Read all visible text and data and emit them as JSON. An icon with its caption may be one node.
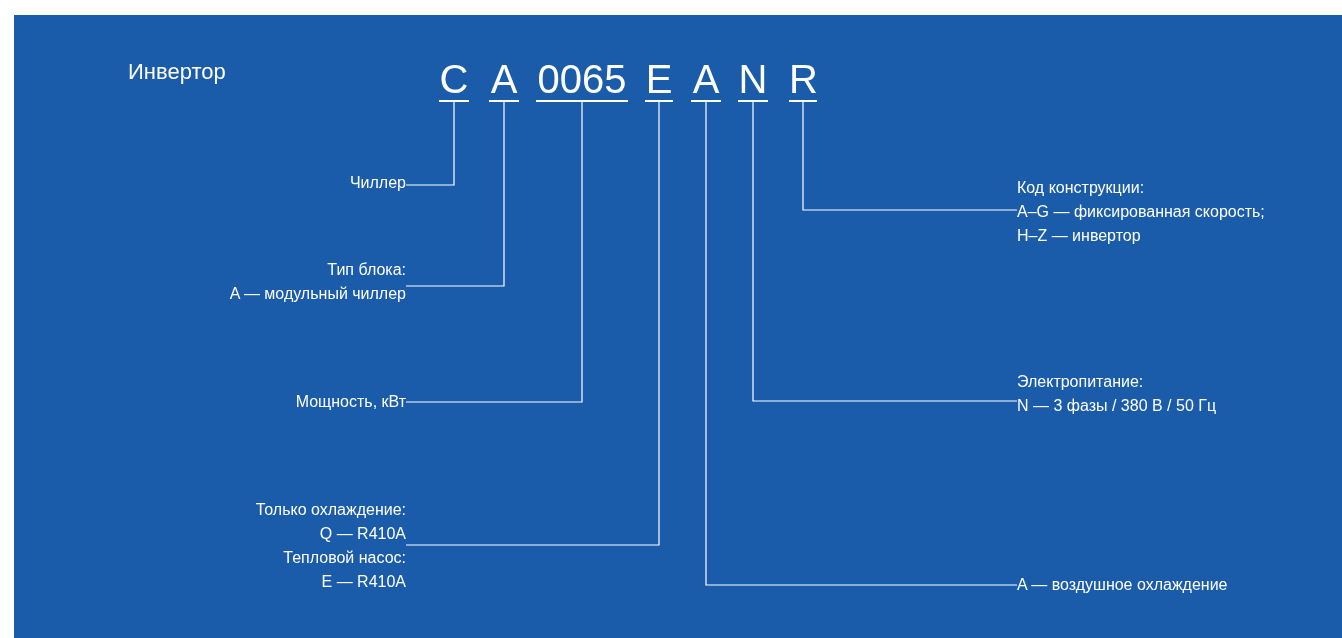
{
  "diagram": {
    "nodes": [
      {
        "text": [
          "C"
        ]
      },
      {
        "text": [
          "A"
        ]
      },
      {
        "text": [
          "0065"
        ]
      },
      {
        "text": [
          "E"
        ]
      },
      {
        "text": [
          "A"
        ]
      },
      {
        "text": [
          "N"
        ]
      },
      {
        "text": [
          "R"
        ]
      },
      {
        "text": [
          "Чиллер"
        ]
      },
      {
        "text": [
          "Тип блока:",
          "A — модульный чиллер"
        ]
      },
      {
        "text": [
          "Мощность, кВт"
        ]
      },
      {
        "text": [
          "Только охлаждение:",
          "Q — R410A",
          "Тепловой насос:",
          "E — R410A"
        ]
      },
      {
        "text": [
          "Код конструкции:",
          "A–G — фиксированная скорость;",
          "H–Z — инвертор"
        ]
      },
      {
        "text": [
          "Электропитание:",
          "N — 3 фазы / 380 В / 50 Гц"
        ]
      },
      {
        "text": [
          "A — воздушное охлаждение"
        ]
      }
    ],
    "edges": [
      {
        "from": 7,
        "to": 0,
        "arrow": "none"
      },
      {
        "from": 8,
        "to": 1,
        "arrow": "none"
      },
      {
        "from": 9,
        "to": 2,
        "arrow": "none"
      },
      {
        "from": 10,
        "to": 3,
        "arrow": "none"
      },
      {
        "from": 13,
        "to": 4,
        "arrow": "none"
      },
      {
        "from": 12,
        "to": 5,
        "arrow": "none"
      },
      {
        "from": 11,
        "to": 6,
        "arrow": "none"
      }
    ],
    "labels": [
      "Инвертор"
    ]
  }
}
